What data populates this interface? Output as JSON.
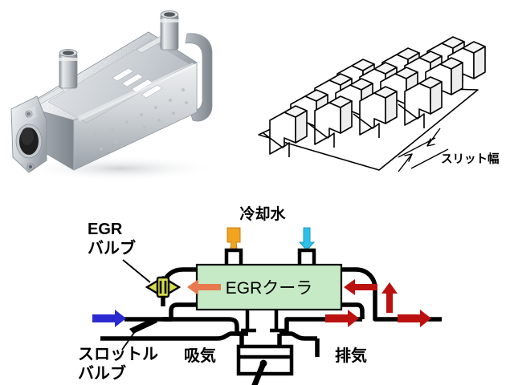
{
  "figure": {
    "background_color": "#ffffff",
    "panels": [
      {
        "id": "photo",
        "name": "egr-cooler-photograph"
      },
      {
        "id": "fin",
        "name": "offset-fin-structure-drawing"
      },
      {
        "id": "schematic",
        "name": "egr-system-schematic"
      }
    ]
  },
  "photo_panel": {
    "subject": "EGR cooler metal housing",
    "colors": {
      "body_light": "#e8eaec",
      "body_mid": "#c3c7cc",
      "body_dark": "#8e949b",
      "body_shadow": "#6d737a",
      "speckle": "#aab2bb",
      "port_dark": "#2b2b2b",
      "drop_shadow": "#d9dbdd"
    },
    "features": {
      "coolant_ports": 2,
      "flange_bolt_holes": 2,
      "top_slots": 4
    }
  },
  "fin_panel": {
    "label": "スリット幅",
    "label_meaning": "slit width",
    "colors": {
      "line": "#000000",
      "face_light": "#ffffff",
      "face_shade": "#f2f2f2"
    },
    "dimension": {
      "style": "two-opposing-arrows",
      "target": "base-plate-slit-gap"
    }
  },
  "schematic_panel": {
    "labels": {
      "coolant": "冷却水",
      "egr_valve_line1": "EGR",
      "egr_valve_line2": "バルブ",
      "throttle_valve_line1": "スロットル",
      "throttle_valve_line2": "バルブ",
      "intake": "吸気",
      "exhaust": "排気",
      "egr_cooler": "EGRクーラ"
    },
    "colors": {
      "pipe": "#000000",
      "cooler_fill": "#c6e9c6",
      "cooler_border": "#000000",
      "coolant_out_arrow": "#f2a321",
      "coolant_in_arrow": "#2ec0e8",
      "fresh_air_arrow": "#2a2ad0",
      "exhaust_arrow": "#bb1111",
      "cooled_egr_arrow": "#e8794f",
      "valve_body": "#d8dc4a",
      "text": "#000000"
    },
    "arrows": [
      {
        "name": "coolant-outlet-arrow",
        "direction": "up",
        "color": "#f2a321"
      },
      {
        "name": "coolant-inlet-arrow",
        "direction": "down",
        "color": "#2ec0e8"
      },
      {
        "name": "fresh-air-arrow",
        "direction": "right",
        "color": "#2a2ad0"
      },
      {
        "name": "cooled-egr-arrow",
        "direction": "left",
        "color": "#e8794f"
      },
      {
        "name": "egr-return-arrow",
        "direction": "left",
        "color": "#bb1111"
      },
      {
        "name": "egr-riser-arrow",
        "direction": "up",
        "color": "#bb1111"
      },
      {
        "name": "exhaust-arrow-1",
        "direction": "right",
        "color": "#bb1111"
      },
      {
        "name": "exhaust-arrow-2",
        "direction": "right",
        "color": "#bb1111"
      }
    ],
    "components": [
      {
        "name": "egr-cooler-box"
      },
      {
        "name": "egr-valve-symbol"
      },
      {
        "name": "throttle-valve-plate"
      },
      {
        "name": "engine-cylinder"
      },
      {
        "name": "piston-connecting-rod"
      },
      {
        "name": "intake-valve-stem"
      },
      {
        "name": "exhaust-valve-stem"
      }
    ]
  }
}
